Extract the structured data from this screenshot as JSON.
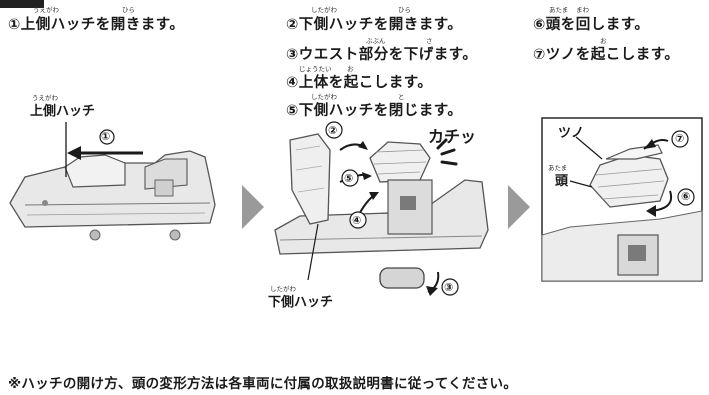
{
  "steps": {
    "s1": "①上側ハッチを開きます。",
    "s2": "②下側ハッチを開きます。",
    "s3": "③ウエスト部分を下げます。",
    "s4": "④上体を起こします。",
    "s5": "⑤下側ハッチを閉じます。",
    "s6": "⑥頭を回します。",
    "s7": "⑦ツノを起こします。"
  },
  "ruby": {
    "uegawa": "うえがわ",
    "hira": "ひら",
    "shitagawa": "したがわ",
    "bubun": "ぶぶん",
    "sa": "さ",
    "joutai": "じょうたい",
    "o": "お",
    "to": "と",
    "atama": "あたま",
    "mawa": "まわ"
  },
  "panel1": {
    "label_upper_hatch": "上側ハッチ",
    "label_upper_hatch_ruby": "うえがわ",
    "marker": "①"
  },
  "panel2": {
    "sound_effect": "カチッ",
    "label_lower_hatch": "下側ハッチ",
    "label_lower_hatch_ruby": "したがわ",
    "markers": [
      "②",
      "③",
      "④",
      "⑤"
    ]
  },
  "panel3": {
    "label_horn": "ツノ",
    "label_head": "頭",
    "label_head_ruby": "あたま",
    "markers": [
      "⑥",
      "⑦"
    ]
  },
  "footer_note": "※ハッチの開け方、頭の変形方法は各車両に付属の取扱説明書に従ってください。",
  "colors": {
    "ink": "#1a1a1a",
    "arrow_gray": "#999999",
    "toy_fill": "#e6e6e6",
    "toy_line": "#555555"
  }
}
